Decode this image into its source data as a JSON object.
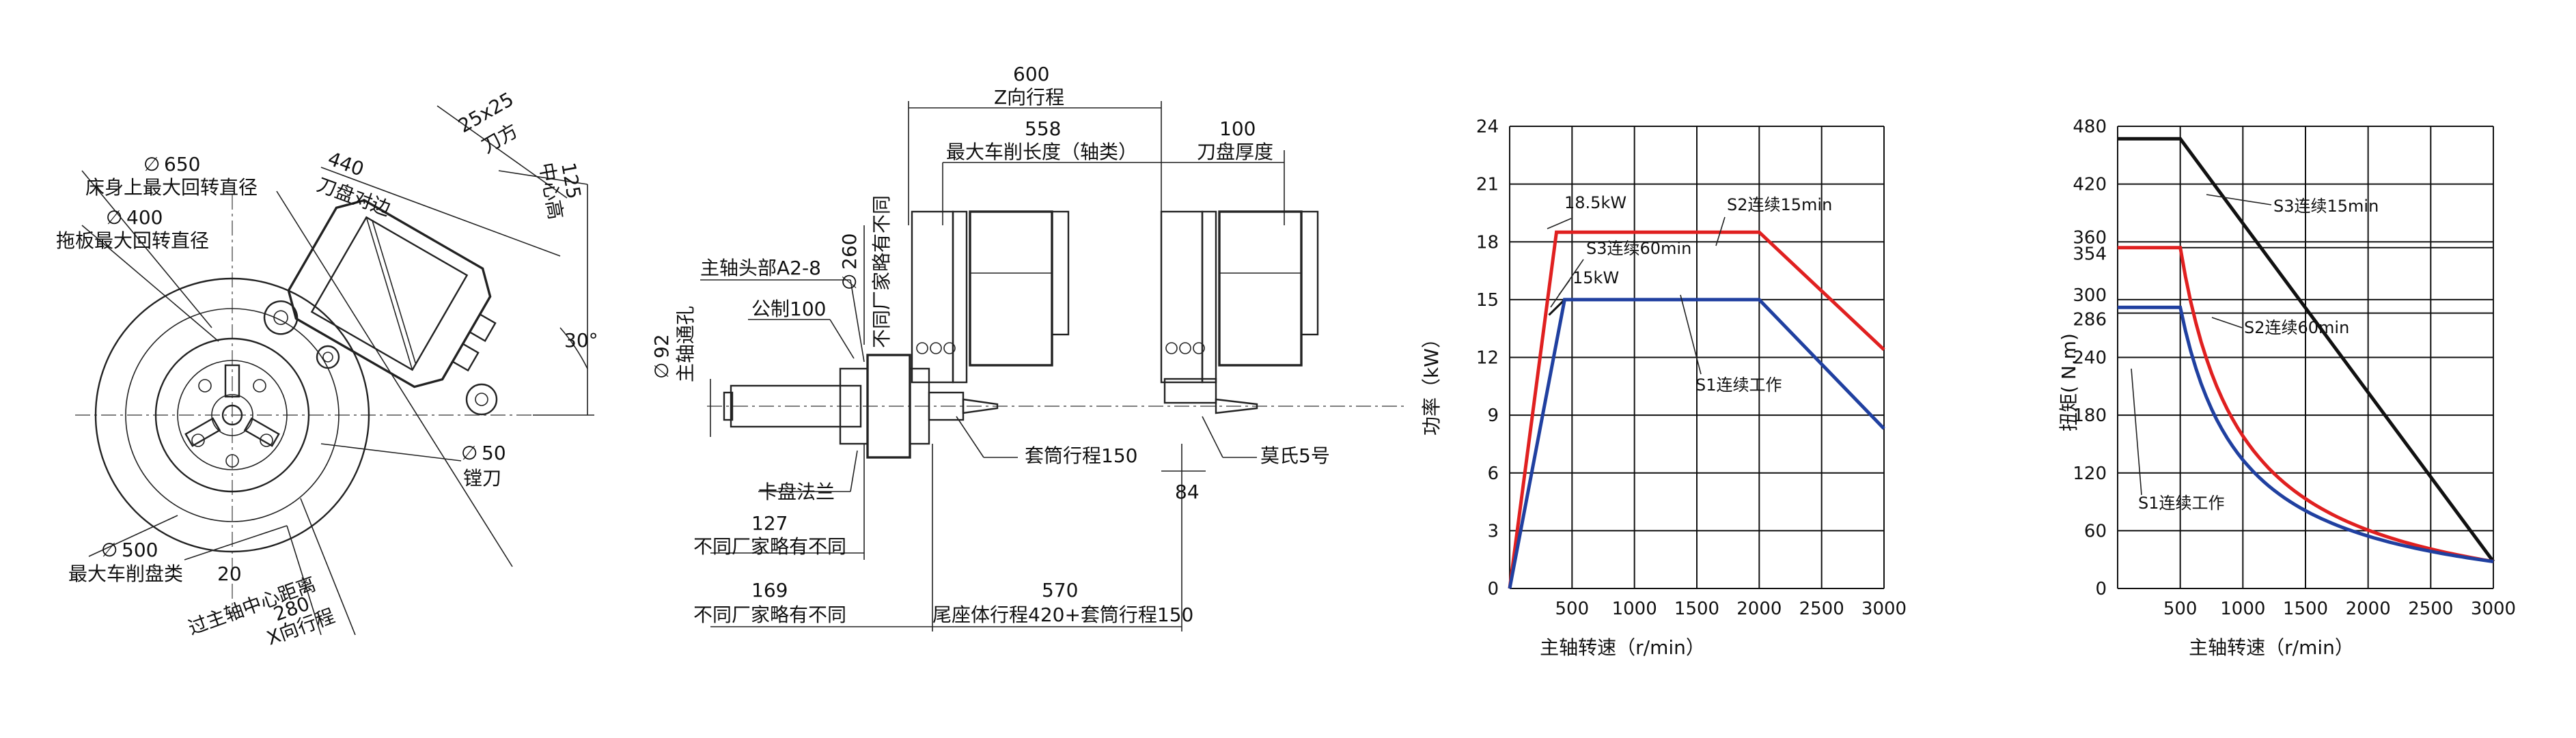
{
  "chuck_view": {
    "dim_650": "650",
    "dim_650_desc": "床身上最大回转直径",
    "dim_400": "400",
    "dim_400_desc": "拖板最大回转直径",
    "dim_500": "500",
    "dim_500_desc": "最大车削盘类",
    "dim_440": "440",
    "dim_440_desc": "刀盘对边",
    "dim_25": "25x25",
    "dim_25_desc": "刀方",
    "dim_125": "125",
    "dim_125_desc": "中心高",
    "angle_30": "30°",
    "dim_50": "50",
    "dim_50_desc": "镗刀",
    "dim_20": "20",
    "dim_20_desc": "过主轴中心距离",
    "dim_280": "280",
    "dim_280_desc": "X向行程",
    "diameter_symbol": "∅"
  },
  "side_view": {
    "dim_600": "600",
    "dim_600_desc": "Z向行程",
    "dim_558": "558",
    "dim_558_desc": "最大车削长度（轴类）",
    "dim_100": "100",
    "dim_100_desc": "刀盘厚度",
    "spindle_nose": "主轴头部A2-8",
    "metric": "公制100",
    "dim_260": "260",
    "dim_260_desc": "不同厂家略有不同",
    "dim_92": "92",
    "dim_92_desc": "主轴通孔",
    "quill": "套筒行程150",
    "morse": "莫氏5号",
    "dim_84": "84",
    "chuck_flange": "卡盘法兰",
    "dim_127": "127",
    "dim_127_desc": "不同厂家略有不同",
    "dim_169": "169",
    "dim_169_desc": "不同厂家略有不同",
    "dim_570": "570",
    "dim_570_desc": "尾座体行程420+套筒行程150"
  },
  "chart_data": [
    {
      "type": "line",
      "title": "",
      "xlabel": "主轴转速（r/min）",
      "ylabel": "功率（kW）",
      "xlim": [
        0,
        3000
      ],
      "ylim": [
        0,
        24
      ],
      "xticks": [
        "500",
        "1000",
        "1500",
        "2000",
        "2500",
        "3000"
      ],
      "yticks": [
        "0",
        "3",
        "6",
        "9",
        "12",
        "15",
        "18",
        "21",
        "24"
      ],
      "grid": true,
      "series": [
        {
          "name": "S2连续15min",
          "color": "#e02020",
          "x": [
            0,
            375,
            2000,
            3000
          ],
          "y": [
            0,
            18.5,
            18.5,
            12.4
          ]
        },
        {
          "name": "S3连续60min",
          "color": "#111111",
          "x": [
            315,
            440
          ],
          "y": [
            14.2,
            15
          ]
        },
        {
          "name": "S1连续工作",
          "color": "#2040a0",
          "x": [
            0,
            440,
            2000,
            3000
          ],
          "y": [
            0,
            15,
            15,
            8.3
          ]
        }
      ],
      "annotations": [
        "18.5kW",
        "15kW"
      ]
    },
    {
      "type": "line",
      "title": "",
      "xlabel": "主轴转速（r/min）",
      "ylabel": "扭矩( N.m)",
      "xlim": [
        0,
        3000
      ],
      "ylim": [
        0,
        480
      ],
      "xticks": [
        "500",
        "1000",
        "1500",
        "2000",
        "2500",
        "3000"
      ],
      "yticks": [
        "0",
        "60",
        "120",
        "180",
        "240",
        "286",
        "300",
        "354",
        "360",
        "420",
        "480"
      ],
      "grid": true,
      "series": [
        {
          "name": "S3连续15min",
          "color": "#111111",
          "x": [
            0,
            500,
            3000
          ],
          "y": [
            467,
            467,
            28
          ],
          "curve": "linear"
        },
        {
          "name": "S2连续60min",
          "color": "#e02020",
          "x": [
            0,
            500,
            3000
          ],
          "y": [
            354,
            354,
            28
          ],
          "curve": "hyperbolic"
        },
        {
          "name": "S1连续工作",
          "color": "#2040a0",
          "x": [
            0,
            500,
            3000
          ],
          "y": [
            292,
            292,
            28
          ],
          "curve": "hyperbolic"
        }
      ]
    }
  ]
}
